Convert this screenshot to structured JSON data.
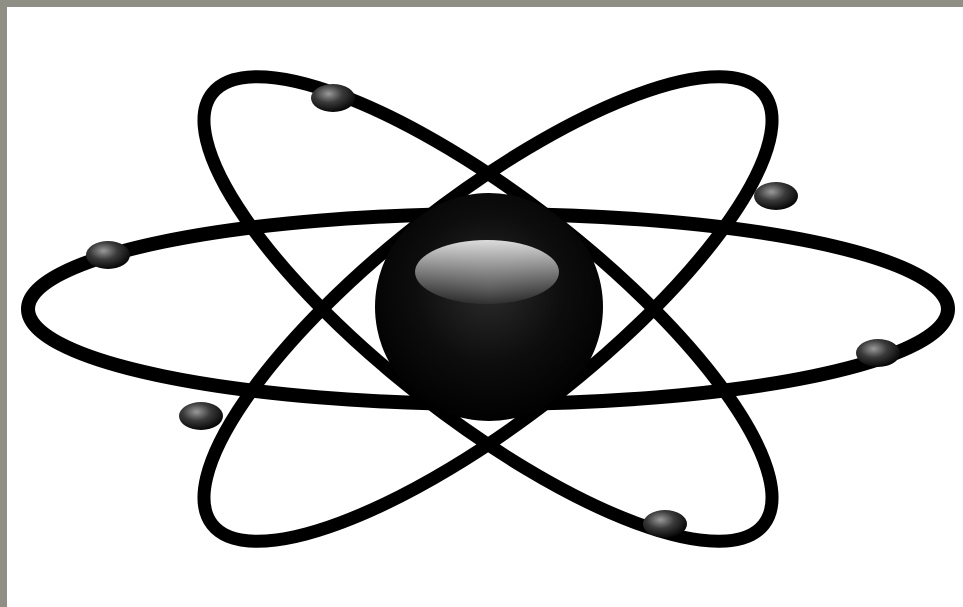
{
  "colors": {
    "border": "#8f8f85",
    "background": "#ffffff",
    "orbit": "#000000",
    "nucleus": "#111111"
  },
  "illustration": {
    "type": "atom-symbol",
    "orbit_count": 3,
    "electron_count": 6,
    "nucleus_count": 1
  }
}
